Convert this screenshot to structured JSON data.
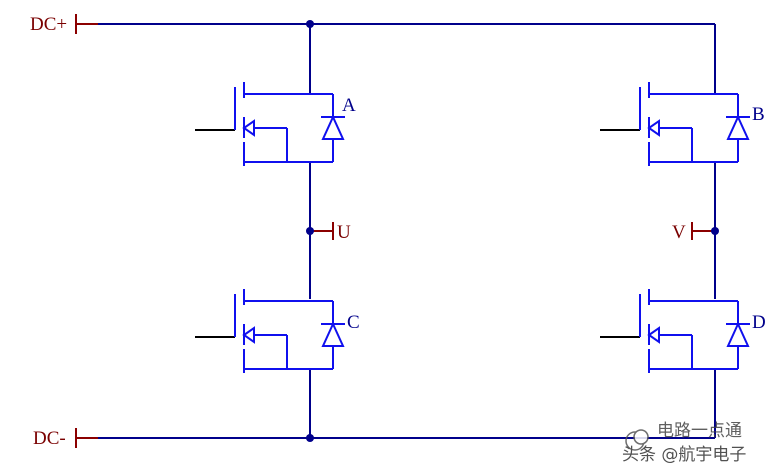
{
  "colors": {
    "wire": "#00008B",
    "mosfet": "#1010EE",
    "terminal": "#8B0000",
    "gate": "#000000",
    "label": "#7A0000",
    "junction": "#00008B",
    "watermark": "#333333"
  },
  "labels": {
    "dc_plus": "DC+",
    "dc_minus": "DC-",
    "out_u": "U",
    "out_v": "V",
    "sw_a": "A",
    "sw_b": "B",
    "sw_c": "C",
    "sw_d": "D"
  },
  "watermark": {
    "line1": "电路一点通",
    "line2": "头条 @航宇电子"
  }
}
